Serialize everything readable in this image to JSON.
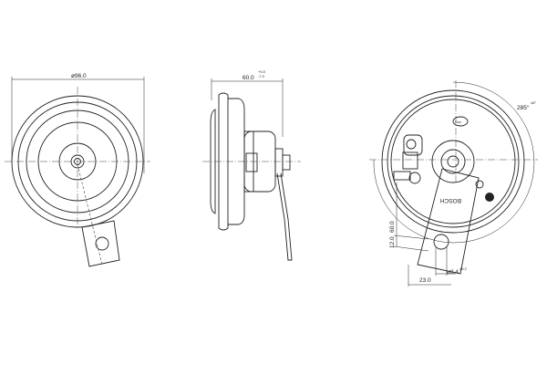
{
  "front_view": {
    "diameter_label": "ø96.0"
  },
  "side_view": {
    "depth_label": "60.0",
    "tol_upper": "+0.0",
    "tol_lower": "-7.0"
  },
  "rear_view": {
    "angle_label": "285°",
    "angle_tol": "±8°",
    "brand": "BOSCH",
    "dim_12": "12.0",
    "dim_60": "60.0",
    "dim_23": "23.0",
    "hole_label": "ø8.4",
    "hole_tol": "±0.2",
    "badge": "Dcz"
  }
}
